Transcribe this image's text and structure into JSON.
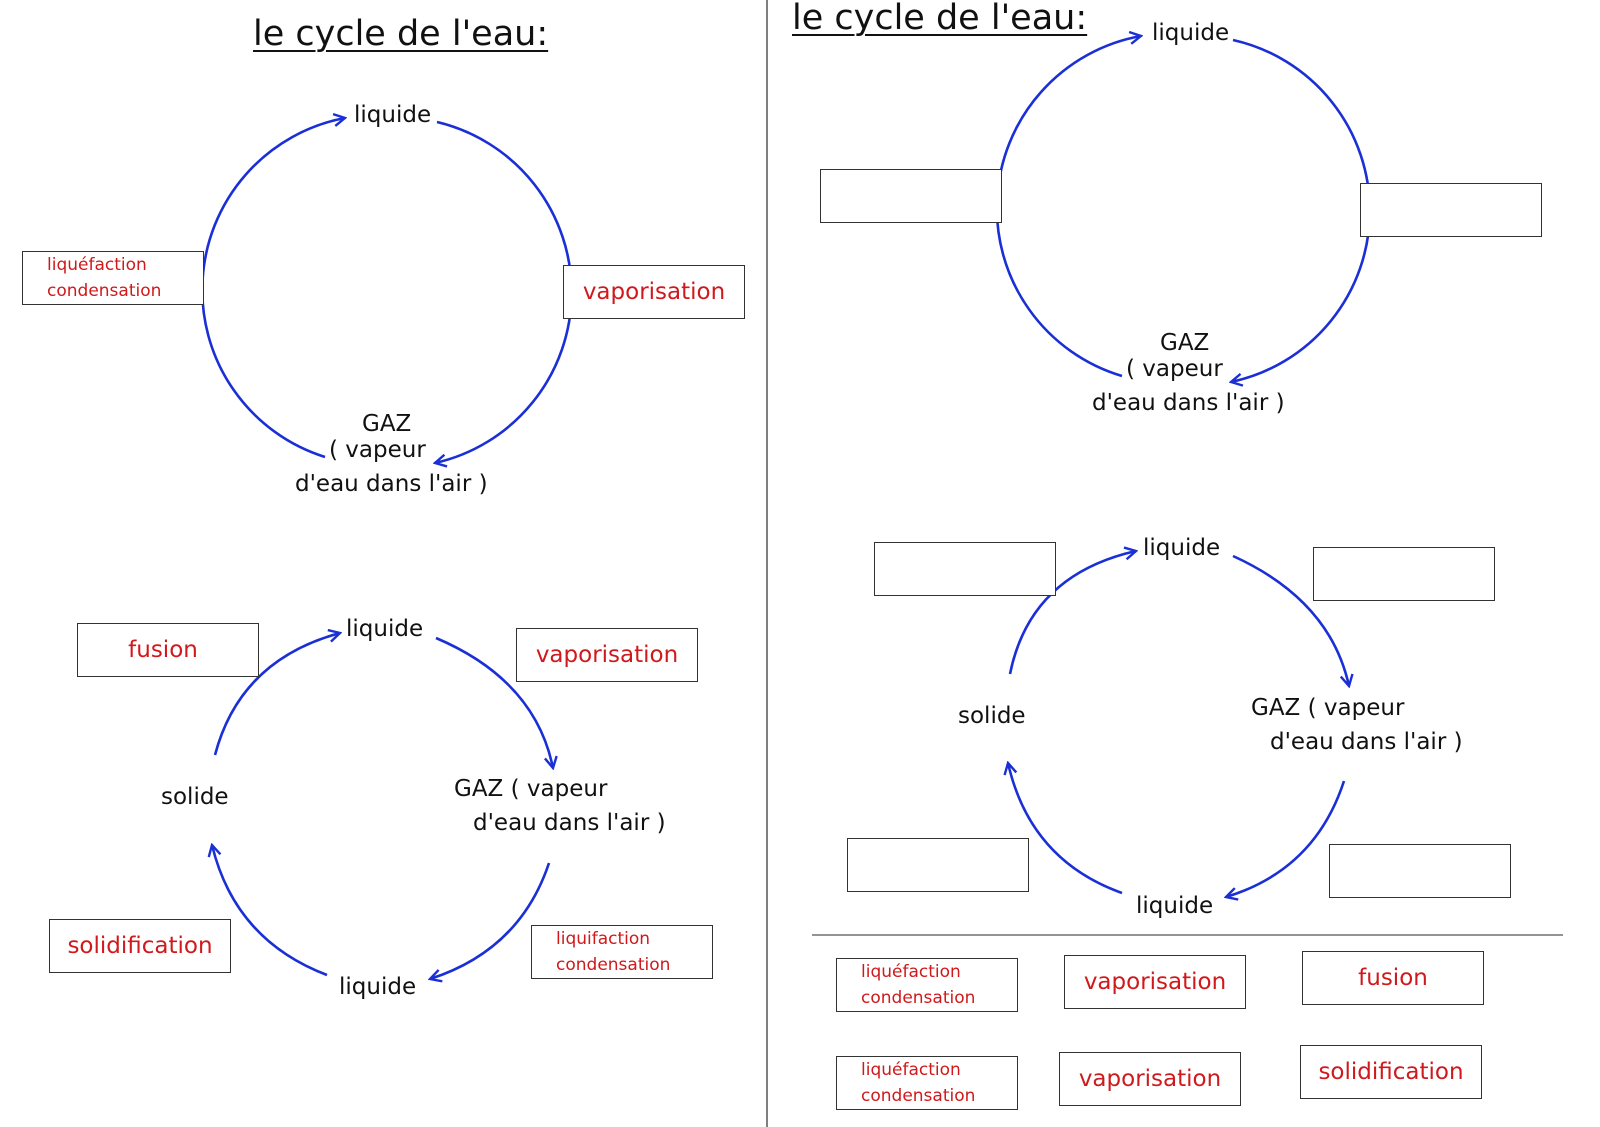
{
  "left_panel": {
    "title": "le cycle de l'eau:",
    "diagram1": {
      "liquide": "liquide",
      "gaz_line1": "GAZ",
      "gaz_line2": "( vapeur",
      "gaz_line3": "d'eau dans l'air )",
      "box_left_line1": "liquéfaction",
      "box_left_line2": "condensation",
      "box_right": "vaporisation"
    },
    "diagram2": {
      "liquide_top": "liquide",
      "solide": "solide",
      "gaz_line1": "GAZ ( vapeur",
      "gaz_line2": "d'eau dans l'air )",
      "liquide_bottom": "liquide",
      "box_fusion": "fusion",
      "box_vaporisation": "vaporisation",
      "box_solidification": "solidification",
      "box_liquif_line1": "liquifaction",
      "box_liquif_line2": "condensation"
    }
  },
  "right_panel": {
    "title": "le cycle de l'eau:",
    "diagram1": {
      "liquide": "liquide",
      "gaz_line1": "GAZ",
      "gaz_line2": "( vapeur",
      "gaz_line3": "d'eau dans l'air )"
    },
    "diagram2": {
      "liquide_top": "liquide",
      "solide": "solide",
      "gaz_line1": "GAZ ( vapeur",
      "gaz_line2": "d'eau dans l'air )",
      "liquide_bottom": "liquide"
    },
    "word_bank": {
      "item1_line1": "liquéfaction",
      "item1_line2": "condensation",
      "item2": "vaporisation",
      "item3": "fusion",
      "item4_line1": "liquéfaction",
      "item4_line2": "condensation",
      "item5": "vaporisation",
      "item6": "solidification"
    }
  },
  "colors": {
    "arrow": "#1a2fd6",
    "label_red": "#d0191c"
  }
}
